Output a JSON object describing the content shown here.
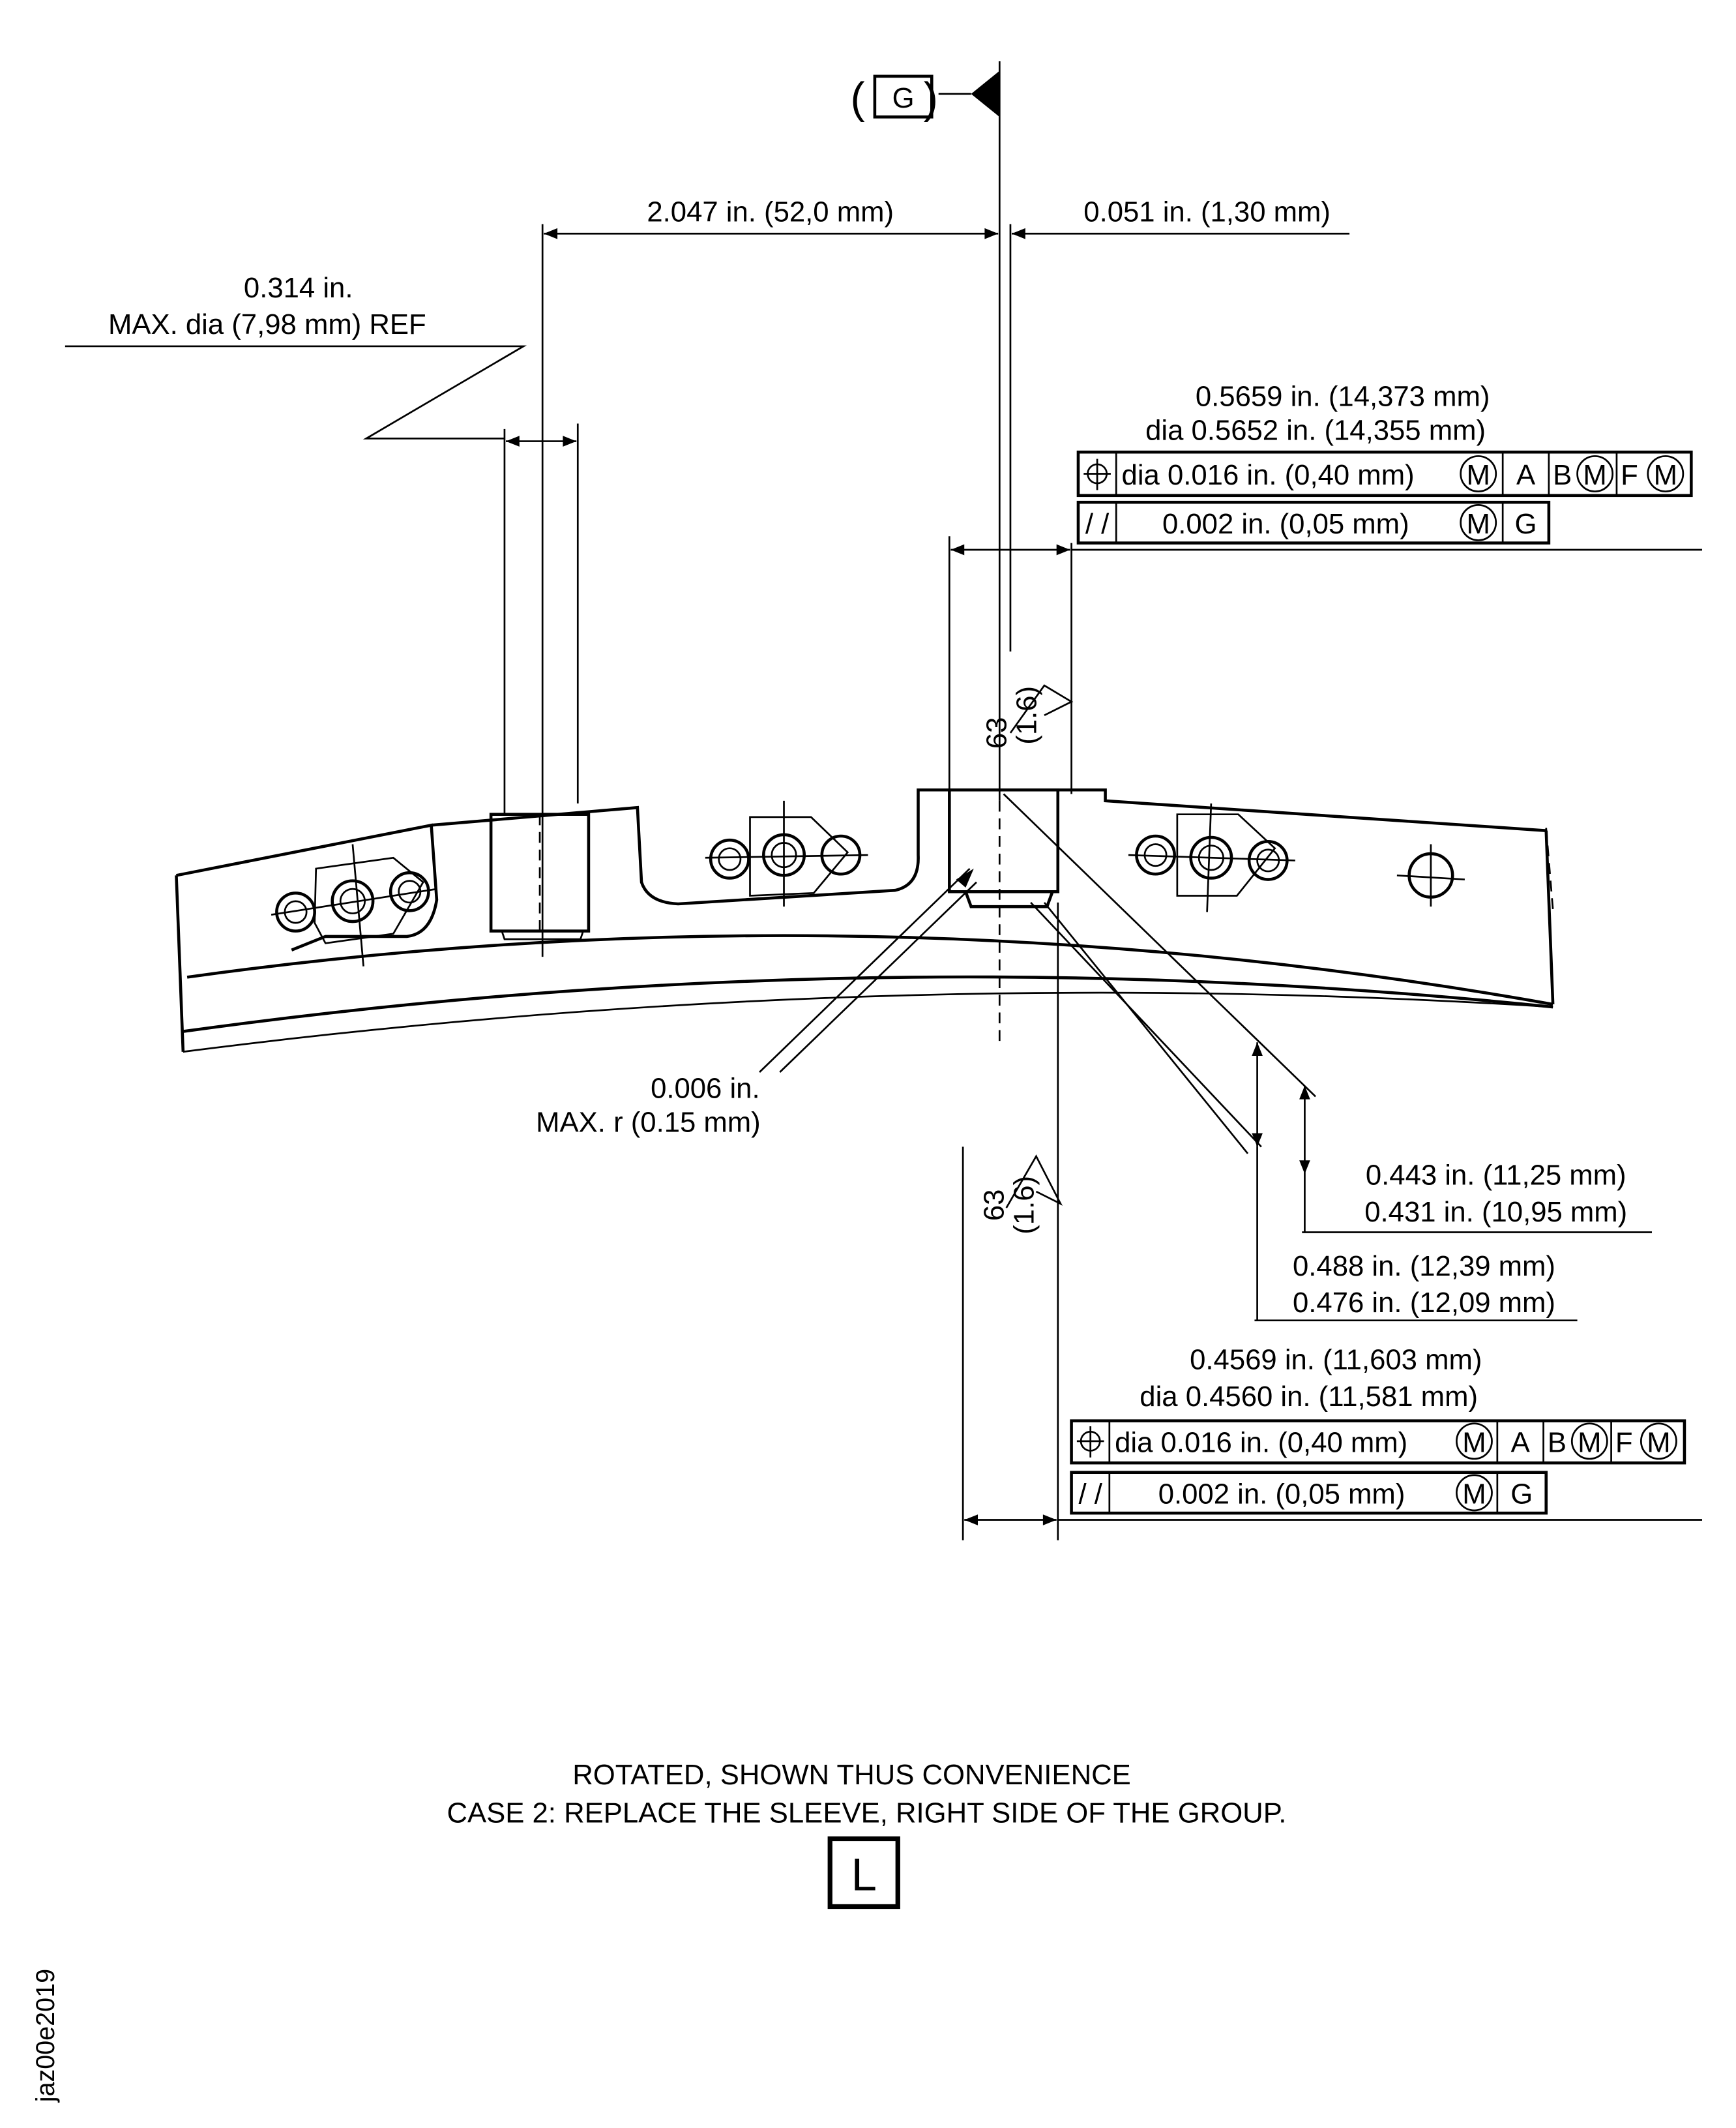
{
  "datum": {
    "letter": "G",
    "open_paren": "(",
    "close_paren": ")"
  },
  "dims": {
    "d2047": "2.047 in. (52,0 mm)",
    "d0051": "0.051 in. (1,30 mm)",
    "d0314_l1": "0.314 in.",
    "d0314_l2": "MAX.  dia  (7,98 mm)  REF",
    "radius_l1": "0.006 in.",
    "radius_l2": "MAX. r  (0.15 mm)",
    "d0443": "0.443 in. (11,25 mm)",
    "d0431": "0.431 in. (10,95 mm)",
    "d0488": "0.488 in. (12,39 mm)",
    "d0476": "0.476 in. (12,09 mm)"
  },
  "upper_fcf": {
    "size_max": "0.5659 in. (14,373 mm)",
    "size_min": "dia 0.5652 in. (14,355 mm)",
    "position_tol": "dia 0.016 in. (0,40 mm)",
    "parallel_sym": "/ /",
    "parallel_tol": "0.002 in. (0,05 mm)"
  },
  "lower_fcf": {
    "size_max": "0.4569 in. (11,603 mm)",
    "size_min": "dia 0.4560 in. (11,581 mm)",
    "position_tol": "dia 0.016 in. (0,40 mm)",
    "parallel_sym": "/ /",
    "parallel_tol": "0.002 in. (0,05 mm)"
  },
  "fcf_common": {
    "mmc": "M",
    "datum_a": "A",
    "datum_b": "B",
    "datum_f": "F",
    "datum_g": "G"
  },
  "finish": {
    "ra": "63",
    "ra_metric": "(1.6)"
  },
  "note": {
    "line1": "ROTATED, SHOWN THUS CONVENIENCE",
    "line2": "CASE 2:  REPLACE THE SLEEVE, RIGHT SIDE OF THE GROUP.",
    "view_letter": "L"
  },
  "figure_id": "jaz00e2019"
}
